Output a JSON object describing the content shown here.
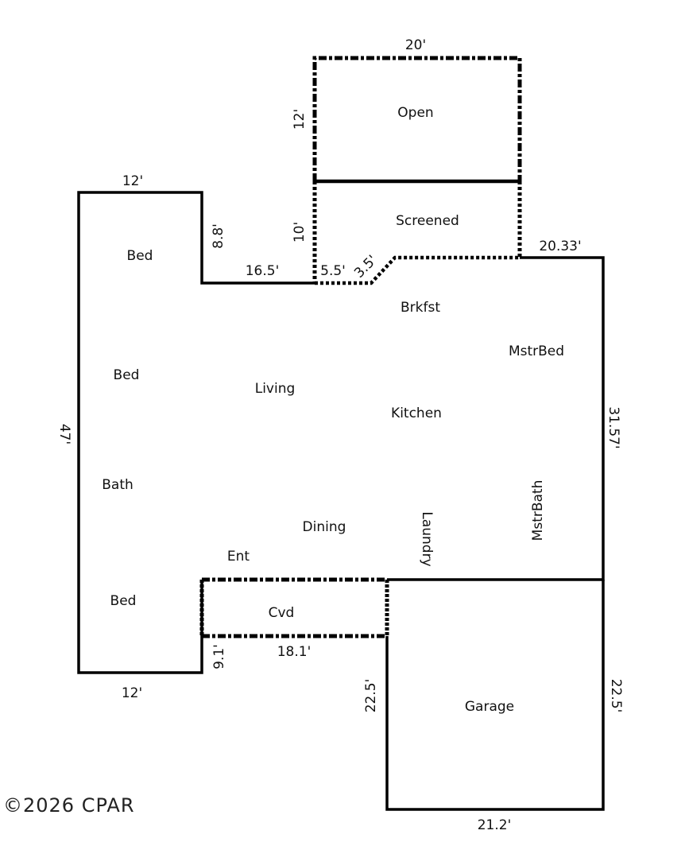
{
  "floorplan": {
    "rooms": [
      {
        "id": "open",
        "label": "Open"
      },
      {
        "id": "screened",
        "label": "Screened"
      },
      {
        "id": "bed1",
        "label": "Bed"
      },
      {
        "id": "bed2",
        "label": "Bed"
      },
      {
        "id": "bath",
        "label": "Bath"
      },
      {
        "id": "bed3",
        "label": "Bed"
      },
      {
        "id": "living",
        "label": "Living"
      },
      {
        "id": "brkfst",
        "label": "Brkfst"
      },
      {
        "id": "kitchen",
        "label": "Kitchen"
      },
      {
        "id": "mstrbed",
        "label": "MstrBed"
      },
      {
        "id": "dining",
        "label": "Dining"
      },
      {
        "id": "ent",
        "label": "Ent"
      },
      {
        "id": "laundry",
        "label": "Laundry"
      },
      {
        "id": "mstrbath",
        "label": "MstrBath"
      },
      {
        "id": "cvd",
        "label": "Cvd"
      },
      {
        "id": "garage",
        "label": "Garage"
      }
    ],
    "dimensions": {
      "open_top": "20'",
      "open_left": "12'",
      "screened_left": "10'",
      "top_left_width": "12'",
      "left_step_height": "8.8'",
      "step_width": "16.5'",
      "screened_bottom": "5.5'",
      "diagonal": "3.5'",
      "top_right_width": "20.33'",
      "left_height": "47'",
      "right_height": "31.57'",
      "cvd_left": "9.1'",
      "cvd_bottom": "18.1'",
      "bottom_left_width": "12'",
      "garage_left": "22.5'",
      "garage_right": "22.5'",
      "garage_bottom": "21.2'"
    },
    "copyright": "©2026 CPAR"
  }
}
